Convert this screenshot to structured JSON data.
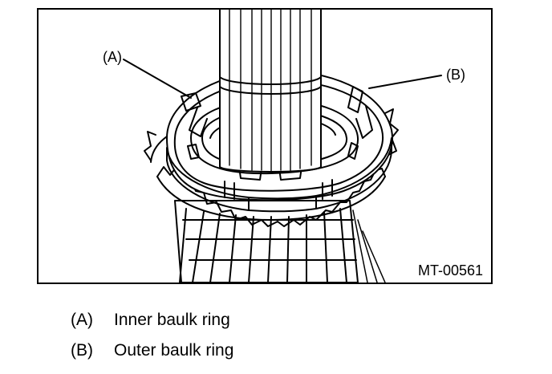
{
  "figure": {
    "code": "MT-00561",
    "callouts": [
      {
        "key": "(A)"
      },
      {
        "key": "(B)"
      }
    ]
  },
  "legend": [
    {
      "key": "(A)",
      "text": "Inner baulk ring"
    },
    {
      "key": "(B)",
      "text": "Outer baulk ring"
    }
  ]
}
